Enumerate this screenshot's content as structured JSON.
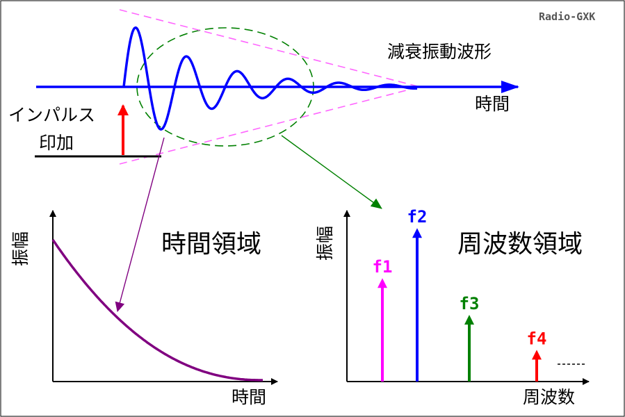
{
  "watermark": "Radio-GXK",
  "top": {
    "waveform_label": "減衰振動波形",
    "time_axis_label": "時間",
    "impulse_label_1": "インパルス",
    "impulse_label_2": "印加"
  },
  "time_domain": {
    "title": "時間領域",
    "y_label": "振幅",
    "x_label": "時間"
  },
  "frequency_domain": {
    "title": "周波数領域",
    "y_label": "振幅",
    "x_label": "周波数",
    "peaks": [
      {
        "label": "f1",
        "amplitude": 0.62,
        "color": "#ff00ff"
      },
      {
        "label": "f2",
        "amplitude": 0.92,
        "color": "#0000ff"
      },
      {
        "label": "f3",
        "amplitude": 0.4,
        "color": "#008000"
      },
      {
        "label": "f4",
        "amplitude": 0.19,
        "color": "#ff0000"
      }
    ]
  },
  "colors": {
    "wave": "#0000ff",
    "envelope": "#ff00ff",
    "ellipse": "#008000",
    "decay_curve": "#800080",
    "impulse": "#ff0000",
    "axis": "#000000"
  }
}
